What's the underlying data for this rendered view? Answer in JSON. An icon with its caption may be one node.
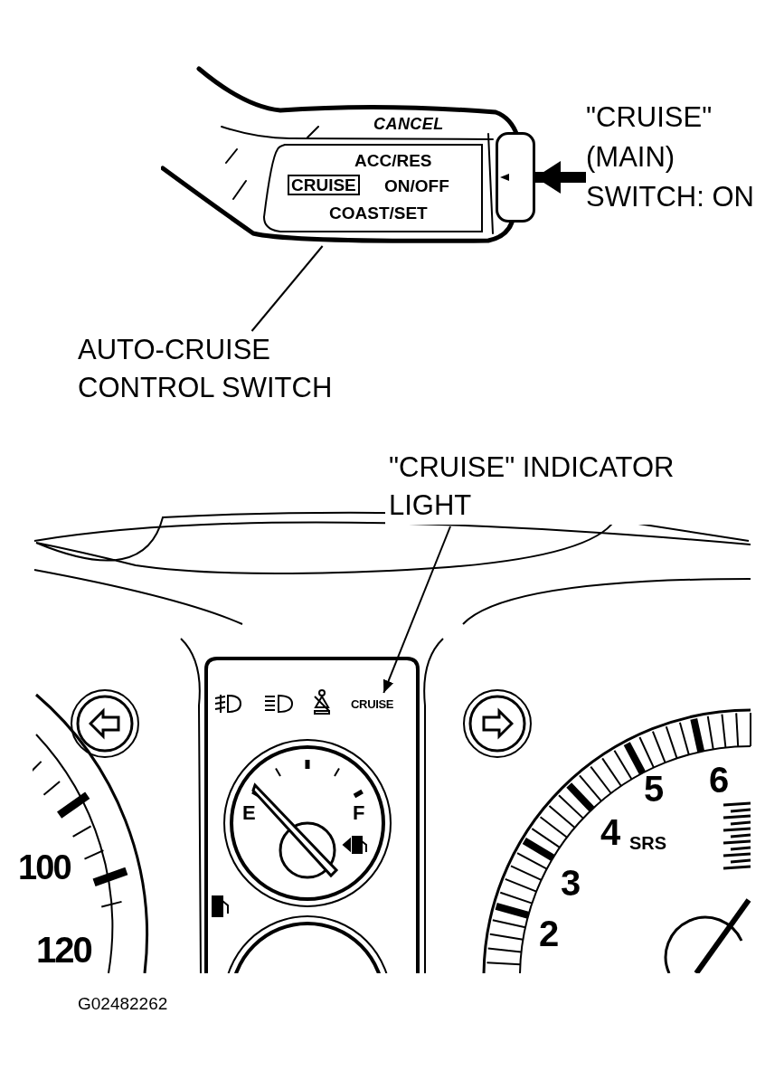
{
  "diagram": {
    "nodes": [
      {
        "text": [
          "AUTO-CRUISE CONTROL SWITCH"
        ]
      },
      {
        "text": [],
        "shape": "picture"
      },
      {
        "text": [
          "\"CRUISE\" (MAIN) SWITCH: ON"
        ]
      },
      {
        "text": [],
        "shape": "box"
      },
      {
        "text": [
          "\"CRUISE\" INDICATOR LIGHT"
        ]
      },
      {
        "text": [
          "CRUISE"
        ]
      }
    ],
    "edges": [
      {
        "from": 0,
        "to": 1,
        "arrow": "none"
      },
      {
        "from": 2,
        "to": 3,
        "arrow": "to",
        "style": "thick"
      },
      {
        "from": 4,
        "to": 5,
        "arrow": "to"
      }
    ],
    "labels": [
      "CANCEL",
      "ACC/RES",
      "CRUISE",
      "ON/OFF",
      "COAST/SET",
      "E",
      "F",
      "100",
      "5",
      "6",
      "4",
      "SRS",
      "3",
      "120",
      "2",
      "G02482262"
    ]
  }
}
